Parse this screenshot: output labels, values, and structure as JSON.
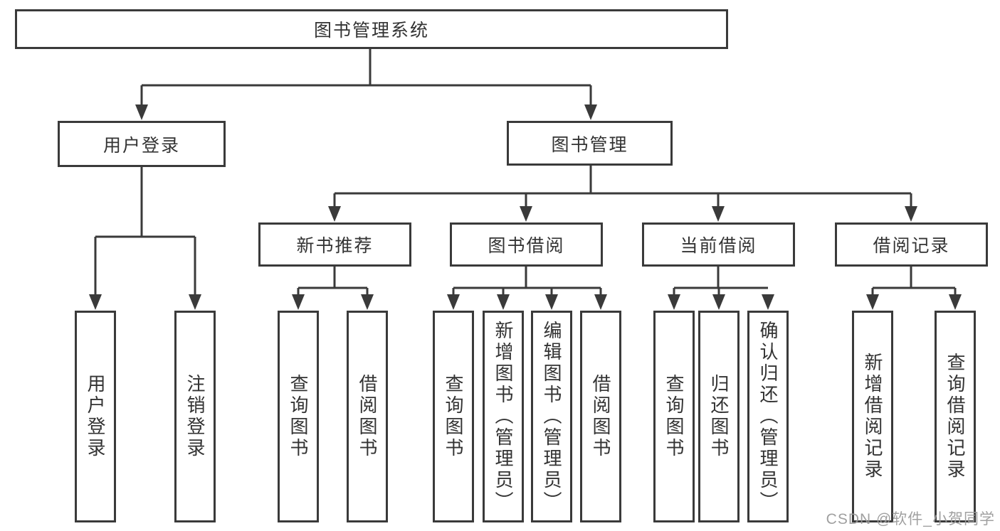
{
  "colors": {
    "line": "#3a3a3a",
    "box_border": "#3a3a3a",
    "text": "#333333",
    "background": "#ffffff",
    "watermark": "#9b9b9b"
  },
  "diagram": {
    "root_label": "图书管理系统",
    "level2": {
      "user_login": "用户登录",
      "book_management": "图书管理"
    },
    "level3": {
      "new_book_recommend": "新书推荐",
      "book_borrowing": "图书借阅",
      "current_borrowing": "当前借阅",
      "borrowing_records": "借阅记录"
    },
    "leaves": {
      "user_login": [
        "用户登录",
        "注销登录"
      ],
      "new_book_recommend": [
        "查询图书",
        "借阅图书"
      ],
      "book_borrowing": [
        "查询图书",
        "新增图书（管理员）",
        "编辑图书（管理员）",
        "借阅图书"
      ],
      "current_borrowing": [
        "查询图书",
        "归还图书",
        "确认归还（管理员）"
      ],
      "borrowing_records": [
        "新增借阅记录",
        "查询借阅记录"
      ]
    }
  },
  "watermark": "CSDN @软件_小贺同学"
}
